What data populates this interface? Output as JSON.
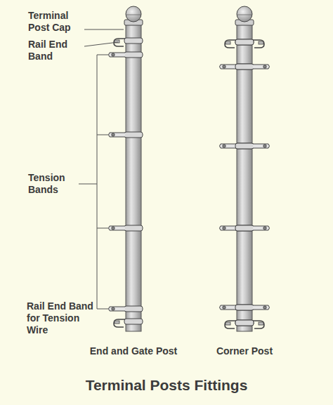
{
  "diagram": {
    "title": "Terminal Posts Fittings",
    "labels": [
      "Terminal Post Cap",
      "Rail End Band",
      "Tension Bands",
      "Rail End Band for Tension Wire",
      "End and Gate Post",
      "Corner Post"
    ]
  }
}
